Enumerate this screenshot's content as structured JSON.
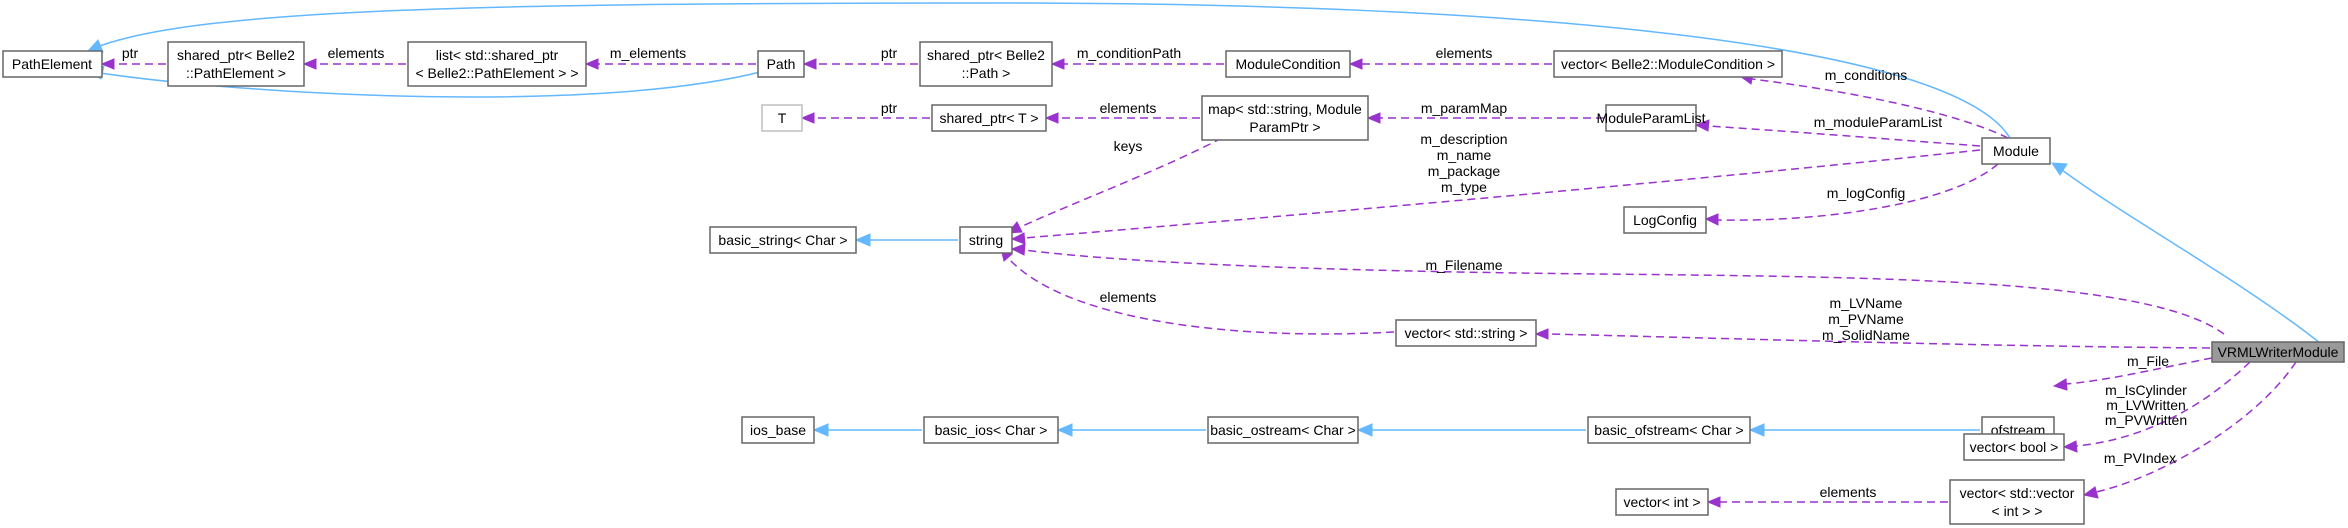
{
  "nodes": {
    "path_element": "PathElement",
    "shared_ptr_pathelement": [
      "shared_ptr< Belle2",
      "::PathElement >"
    ],
    "list_shared_ptr": [
      "list< std::shared_ptr",
      "< Belle2::PathElement > >"
    ],
    "path": "Path",
    "shared_ptr_path": [
      "shared_ptr< Belle2",
      "::Path >"
    ],
    "module_condition": "ModuleCondition",
    "vector_module_condition": "vector< Belle2::ModuleCondition >",
    "module": "Module",
    "t": "T",
    "shared_ptr_t": "shared_ptr< T >",
    "map_param": [
      "map< std::string, Module",
      "ParamPtr >"
    ],
    "module_param_list": "ModuleParamList",
    "basic_string": "basic_string< Char >",
    "string": "string",
    "log_config": "LogConfig",
    "vector_string": "vector< std::string >",
    "vrml_writer_module": "VRMLWriterModule",
    "ios_base": "ios_base",
    "basic_ios": "basic_ios< Char >",
    "basic_ostream": "basic_ostream< Char >",
    "basic_ofstream": "basic_ofstream< Char >",
    "ofstream": "ofstream",
    "vector_bool": "vector< bool >",
    "vector_int": "vector< int >",
    "vector_vector_int": [
      "vector< std::vector",
      "< int > >"
    ]
  },
  "edges": {
    "ptr_pathelement": "ptr",
    "elements_list": "elements",
    "m_elements": "m_elements",
    "ptr_path": "ptr",
    "m_condition_path": "m_conditionPath",
    "elements_condition": "elements",
    "m_conditions": "m_conditions",
    "ptr_t": "ptr",
    "elements_shared_ptr_t": "elements",
    "m_param_map": "m_paramMap",
    "m_module_param_list": "m_moduleParamList",
    "keys": "keys",
    "module_strings": [
      "m_description",
      "m_name",
      "m_package",
      "m_type"
    ],
    "m_log_config": "m_logConfig",
    "m_filename": "m_Filename",
    "elements_vector_string": "elements",
    "vrml_names": [
      "m_LVName",
      "m_PVName",
      "m_SolidName"
    ],
    "m_file": "m_File",
    "vrml_bools": [
      "m_IsCylinder",
      "m_LVWritten",
      "m_PVWritten"
    ],
    "m_pv_index": "m_PVIndex",
    "elements_vector_int": "elements"
  },
  "colors": {
    "inheritance": "#63b8ff",
    "usage": "#9a32cd",
    "node_border": "#666666",
    "highlighted_node_fill": "#999999"
  }
}
